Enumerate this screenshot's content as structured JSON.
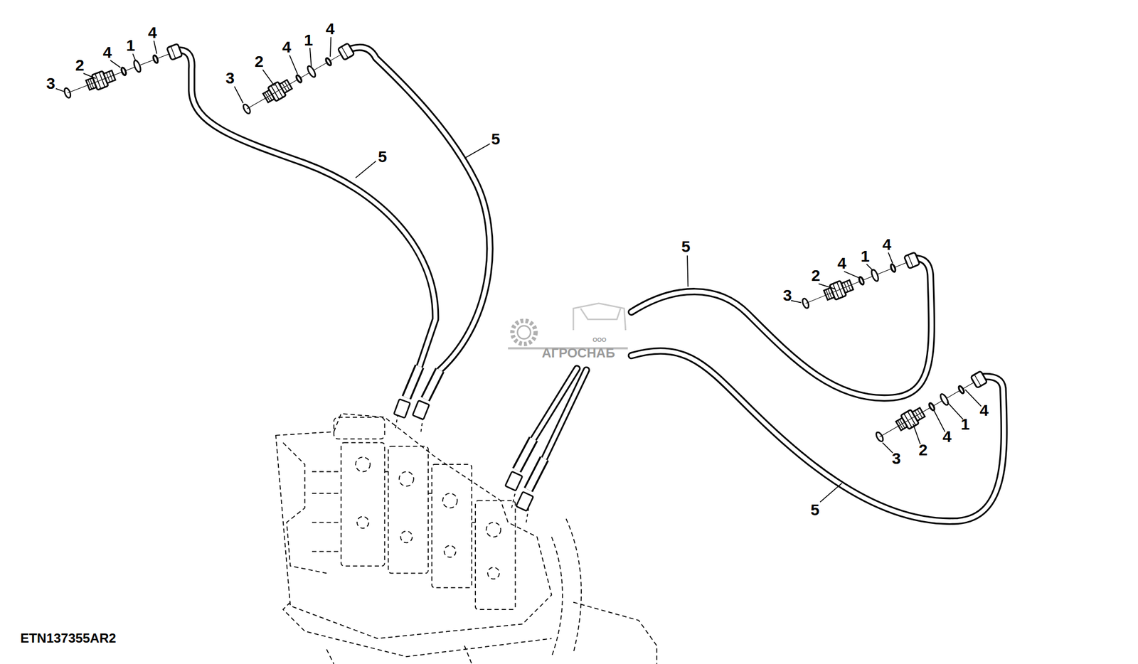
{
  "diagram": {
    "labels": [
      "4",
      "4",
      "1",
      "4",
      "1",
      "4",
      "2",
      "2",
      "3",
      "3",
      "5",
      "5",
      "5",
      "4",
      "1",
      "4",
      "2",
      "3",
      "ООО",
      "АГРОСНАБ",
      "4",
      "1",
      "4",
      "2",
      "3",
      "5",
      "ETN137355AR2"
    ]
  }
}
